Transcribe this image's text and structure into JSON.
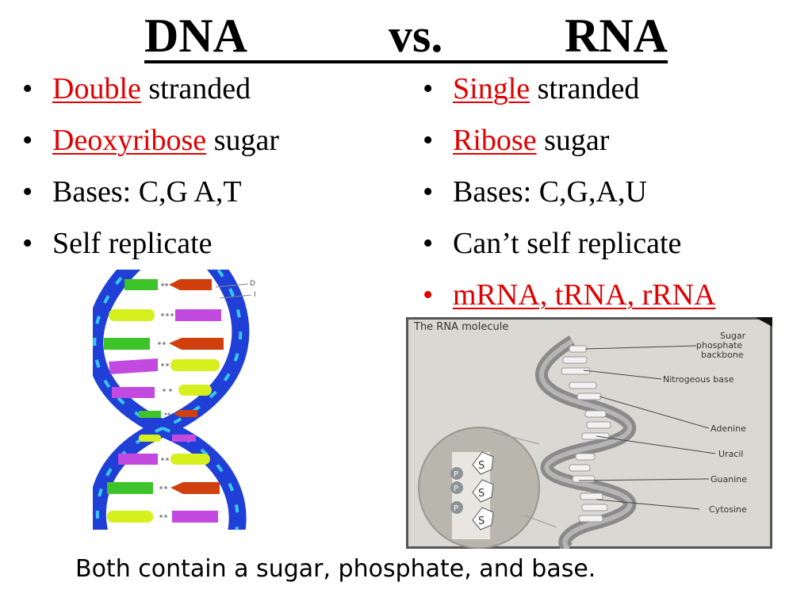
{
  "title": {
    "left": "DNA",
    "middle": "vs.",
    "right": "RNA"
  },
  "dna": {
    "bullets": [
      {
        "highlight": "Double",
        "rest": " stranded"
      },
      {
        "highlight": "Deoxyribose",
        "rest": " sugar"
      },
      {
        "text": "Bases: C,G A,T"
      },
      {
        "text": "Self replicate"
      }
    ],
    "figure_labels": [
      "D",
      "I"
    ]
  },
  "rna": {
    "bullets": [
      {
        "highlight": "Single",
        "rest": " stranded"
      },
      {
        "highlight": "Ribose",
        "rest": " sugar"
      },
      {
        "text": "Bases: C,G,A,U"
      },
      {
        "text": "Can’t self replicate"
      },
      {
        "highlight": "mRNA, tRNA, rRNA"
      }
    ],
    "figure": {
      "caption": "The RNA molecule",
      "labels": {
        "backbone": [
          "Sugar",
          "phosphate",
          "backbone"
        ],
        "base": "Nitrogeous base",
        "adenine": "Adenine",
        "uracil": "Uracil",
        "guanine": "Guanine",
        "cytosine": "Cytosine"
      },
      "p_label": "P",
      "s_label": "S"
    }
  },
  "footer": "Both contain a sugar, phosphate, and base.",
  "colors": {
    "highlight": "#e00000",
    "helix_blue": "#1f3fd6",
    "helix_cyan": "#38c8f0"
  }
}
